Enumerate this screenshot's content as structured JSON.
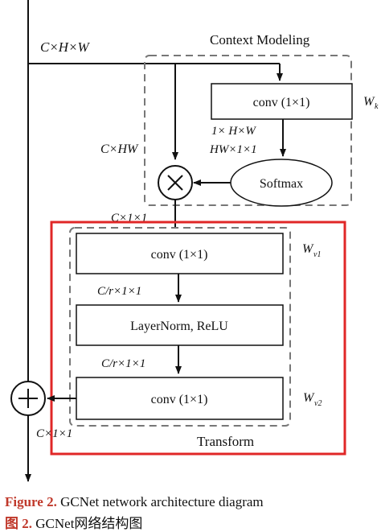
{
  "labels": {
    "input_dims": "C×H×W",
    "context_modeling": "Context Modeling",
    "conv_k": "conv (1×1)",
    "wk": "W",
    "wk_sub": "k",
    "dims_1hw": "1× H×W",
    "dims_hw11": "HW×1×1",
    "dims_chw": "C×HW",
    "softmax": "Softmax",
    "dims_c11_top": "C×1×1",
    "conv_v1": "conv (1×1)",
    "wv1": "W",
    "wv1_sub": "v1",
    "dims_cr11_a": "C/r×1×1",
    "layernorm": "LayerNorm, ReLU",
    "dims_cr11_b": "C/r×1×1",
    "conv_v2": "conv (1×1)",
    "wv2": "W",
    "wv2_sub": "v2",
    "dims_c11_bottom": "C×1×1",
    "transform": "Transform"
  },
  "caption": {
    "en_tag": "Figure 2.",
    "en_text": " GCNet network architecture diagram",
    "zh_tag": "图 2.",
    "zh_text": " GCNet网络结构图"
  },
  "colors": {
    "transform_border": "#e02727",
    "caption_tag": "#c0392b"
  }
}
